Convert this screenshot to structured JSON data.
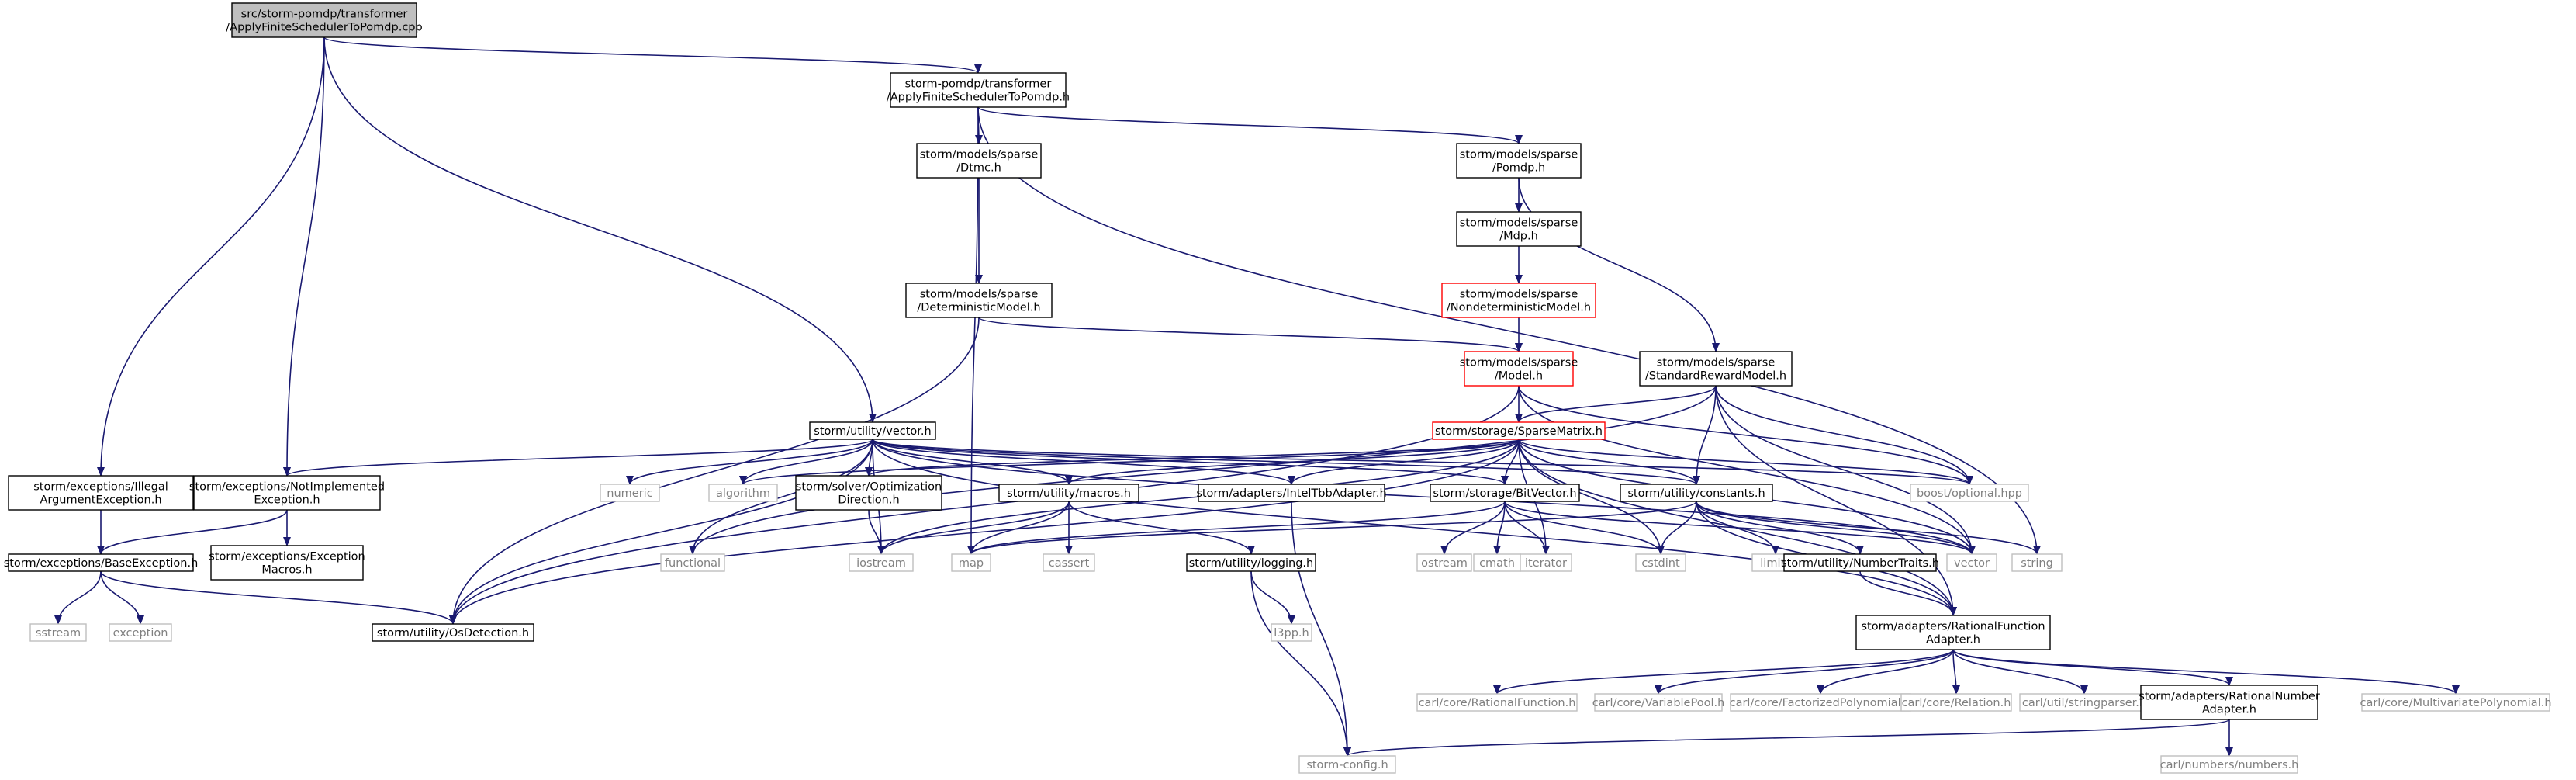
{
  "colors": {
    "edge": "#191970",
    "root_fill": "#bfbfbf",
    "node_stroke": "#000000",
    "external_stroke": "#bfbfbf",
    "truncated_stroke": "#ff0000",
    "background": "#ffffff"
  },
  "nodes": [
    {
      "id": "root",
      "kind": "root",
      "lines": [
        "src/storm-pomdp/transformer",
        "/ApplyFiniteSchedulerToPomdp.cpp"
      ]
    },
    {
      "id": "afs_h",
      "kind": "normal",
      "lines": [
        "storm-pomdp/transformer",
        "/ApplyFiniteSchedulerToPomdp.h"
      ]
    },
    {
      "id": "dtmc",
      "kind": "normal",
      "lines": [
        "storm/models/sparse",
        "/Dtmc.h"
      ]
    },
    {
      "id": "pomdp",
      "kind": "normal",
      "lines": [
        "storm/models/sparse",
        "/Pomdp.h"
      ]
    },
    {
      "id": "mdp",
      "kind": "normal",
      "lines": [
        "storm/models/sparse",
        "/Mdp.h"
      ]
    },
    {
      "id": "det",
      "kind": "normal",
      "lines": [
        "storm/models/sparse",
        "/DeterministicModel.h"
      ]
    },
    {
      "id": "nondet",
      "kind": "truncated",
      "lines": [
        "storm/models/sparse",
        "/NondeterministicModel.h"
      ]
    },
    {
      "id": "model",
      "kind": "truncated",
      "lines": [
        "storm/models/sparse",
        "/Model.h"
      ]
    },
    {
      "id": "srm",
      "kind": "normal",
      "lines": [
        "storm/models/sparse",
        "/StandardRewardModel.h"
      ]
    },
    {
      "id": "sparse",
      "kind": "truncated",
      "lines": [
        "storm/storage/SparseMatrix.h"
      ]
    },
    {
      "id": "vec",
      "kind": "normal",
      "lines": [
        "storm/utility/vector.h"
      ]
    },
    {
      "id": "illegal",
      "kind": "normal",
      "lines": [
        "storm/exceptions/Illegal",
        "ArgumentException.h"
      ]
    },
    {
      "id": "notimpl",
      "kind": "normal",
      "lines": [
        "storm/exceptions/NotImplemented",
        "Exception.h"
      ]
    },
    {
      "id": "numeric",
      "kind": "external",
      "lines": [
        "numeric"
      ]
    },
    {
      "id": "algorithm",
      "kind": "external",
      "lines": [
        "algorithm"
      ]
    },
    {
      "id": "optdir",
      "kind": "normal",
      "lines": [
        "storm/solver/Optimization",
        "Direction.h"
      ]
    },
    {
      "id": "macros",
      "kind": "normal",
      "lines": [
        "storm/utility/macros.h"
      ]
    },
    {
      "id": "inteltbb",
      "kind": "normal",
      "lines": [
        "storm/adapters/IntelTbbAdapter.h"
      ]
    },
    {
      "id": "bitvec",
      "kind": "normal",
      "lines": [
        "storm/storage/BitVector.h"
      ]
    },
    {
      "id": "constants",
      "kind": "normal",
      "lines": [
        "storm/utility/constants.h"
      ]
    },
    {
      "id": "boostopt",
      "kind": "external",
      "lines": [
        "boost/optional.hpp"
      ]
    },
    {
      "id": "baseexc",
      "kind": "normal",
      "lines": [
        "storm/exceptions/BaseException.h"
      ]
    },
    {
      "id": "excmacros",
      "kind": "normal",
      "lines": [
        "storm/exceptions/Exception",
        "Macros.h"
      ]
    },
    {
      "id": "functional",
      "kind": "external",
      "lines": [
        "functional"
      ]
    },
    {
      "id": "iostream",
      "kind": "external",
      "lines": [
        "iostream"
      ]
    },
    {
      "id": "map",
      "kind": "external",
      "lines": [
        "map"
      ]
    },
    {
      "id": "cassert",
      "kind": "external",
      "lines": [
        "cassert"
      ]
    },
    {
      "id": "logging",
      "kind": "normal",
      "lines": [
        "storm/utility/logging.h"
      ]
    },
    {
      "id": "ostream",
      "kind": "external",
      "lines": [
        "ostream"
      ]
    },
    {
      "id": "cmath",
      "kind": "external",
      "lines": [
        "cmath"
      ]
    },
    {
      "id": "iterator",
      "kind": "external",
      "lines": [
        "iterator"
      ]
    },
    {
      "id": "cstdint",
      "kind": "external",
      "lines": [
        "cstdint"
      ]
    },
    {
      "id": "limits",
      "kind": "external",
      "lines": [
        "limits"
      ]
    },
    {
      "id": "numtraits",
      "kind": "normal",
      "lines": [
        "storm/utility/NumberTraits.h"
      ]
    },
    {
      "id": "vector",
      "kind": "external",
      "lines": [
        "vector"
      ]
    },
    {
      "id": "string",
      "kind": "external",
      "lines": [
        "string"
      ]
    },
    {
      "id": "sstream",
      "kind": "external",
      "lines": [
        "sstream"
      ]
    },
    {
      "id": "exception",
      "kind": "external",
      "lines": [
        "exception"
      ]
    },
    {
      "id": "osdet",
      "kind": "normal",
      "lines": [
        "storm/utility/OsDetection.h"
      ]
    },
    {
      "id": "l3pp",
      "kind": "external",
      "lines": [
        "l3pp.h"
      ]
    },
    {
      "id": "ratfunc",
      "kind": "normal",
      "lines": [
        "storm/adapters/RationalFunction",
        "Adapter.h"
      ]
    },
    {
      "id": "carl_rf",
      "kind": "external",
      "lines": [
        "carl/core/RationalFunction.h"
      ]
    },
    {
      "id": "carl_vp",
      "kind": "external",
      "lines": [
        "carl/core/VariablePool.h"
      ]
    },
    {
      "id": "carl_fp",
      "kind": "external",
      "lines": [
        "carl/core/FactorizedPolynomial.h"
      ]
    },
    {
      "id": "carl_rel",
      "kind": "external",
      "lines": [
        "carl/core/Relation.h"
      ]
    },
    {
      "id": "carl_sp",
      "kind": "external",
      "lines": [
        "carl/util/stringparser.h"
      ]
    },
    {
      "id": "ratnum",
      "kind": "normal",
      "lines": [
        "storm/adapters/RationalNumber",
        "Adapter.h"
      ]
    },
    {
      "id": "carl_mp",
      "kind": "external",
      "lines": [
        "carl/core/MultivariatePolynomial.h"
      ]
    },
    {
      "id": "config",
      "kind": "external",
      "lines": [
        "storm-config.h"
      ]
    },
    {
      "id": "carl_num",
      "kind": "external",
      "lines": [
        "carl/numbers/numbers.h"
      ]
    }
  ],
  "edges": [
    [
      "root",
      "afs_h"
    ],
    [
      "root",
      "vec"
    ],
    [
      "root",
      "illegal"
    ],
    [
      "root",
      "notimpl"
    ],
    [
      "afs_h",
      "dtmc"
    ],
    [
      "afs_h",
      "pomdp"
    ],
    [
      "afs_h",
      "map"
    ],
    [
      "afs_h",
      "string"
    ],
    [
      "dtmc",
      "det"
    ],
    [
      "det",
      "model"
    ],
    [
      "det",
      "osdet"
    ],
    [
      "pomdp",
      "mdp"
    ],
    [
      "pomdp",
      "srm"
    ],
    [
      "mdp",
      "nondet"
    ],
    [
      "nondet",
      "model"
    ],
    [
      "model",
      "sparse"
    ],
    [
      "model",
      "osdet"
    ],
    [
      "model",
      "boostopt"
    ],
    [
      "model",
      "vector"
    ],
    [
      "srm",
      "sparse"
    ],
    [
      "srm",
      "constants"
    ],
    [
      "srm",
      "boostopt"
    ],
    [
      "srm",
      "vector"
    ],
    [
      "srm",
      "ratfunc"
    ],
    [
      "srm",
      "functional"
    ],
    [
      "sparse",
      "algorithm"
    ],
    [
      "sparse",
      "optdir"
    ],
    [
      "sparse",
      "macros"
    ],
    [
      "sparse",
      "inteltbb"
    ],
    [
      "sparse",
      "bitvec"
    ],
    [
      "sparse",
      "constants"
    ],
    [
      "sparse",
      "boostopt"
    ],
    [
      "sparse",
      "iostream"
    ],
    [
      "sparse",
      "iterator"
    ],
    [
      "sparse",
      "cstdint"
    ],
    [
      "sparse",
      "vector"
    ],
    [
      "sparse",
      "osdet"
    ],
    [
      "sparse",
      "ratfunc"
    ],
    [
      "vec",
      "numeric"
    ],
    [
      "vec",
      "algorithm"
    ],
    [
      "vec",
      "optdir"
    ],
    [
      "vec",
      "macros"
    ],
    [
      "vec",
      "inteltbb"
    ],
    [
      "vec",
      "bitvec"
    ],
    [
      "vec",
      "constants"
    ],
    [
      "vec",
      "boostopt"
    ],
    [
      "vec",
      "functional"
    ],
    [
      "vec",
      "iostream"
    ],
    [
      "vec",
      "vector"
    ],
    [
      "vec",
      "notimpl"
    ],
    [
      "vec",
      "osdet"
    ],
    [
      "vec",
      "ratfunc"
    ],
    [
      "illegal",
      "baseexc"
    ],
    [
      "notimpl",
      "baseexc"
    ],
    [
      "notimpl",
      "excmacros"
    ],
    [
      "optdir",
      "iostream"
    ],
    [
      "macros",
      "iostream"
    ],
    [
      "macros",
      "cassert"
    ],
    [
      "macros",
      "logging"
    ],
    [
      "macros",
      "map"
    ],
    [
      "inteltbb",
      "config"
    ],
    [
      "bitvec",
      "ostream"
    ],
    [
      "bitvec",
      "cmath"
    ],
    [
      "bitvec",
      "iterator"
    ],
    [
      "bitvec",
      "cstdint"
    ],
    [
      "bitvec",
      "vector"
    ],
    [
      "bitvec",
      "map"
    ],
    [
      "constants",
      "limits"
    ],
    [
      "constants",
      "cstdint"
    ],
    [
      "constants",
      "numtraits"
    ],
    [
      "constants",
      "vector"
    ],
    [
      "constants",
      "string"
    ],
    [
      "constants",
      "map"
    ],
    [
      "constants",
      "ratfunc"
    ],
    [
      "baseexc",
      "sstream"
    ],
    [
      "baseexc",
      "exception"
    ],
    [
      "baseexc",
      "osdet"
    ],
    [
      "logging",
      "l3pp"
    ],
    [
      "logging",
      "config"
    ],
    [
      "numtraits",
      "ratfunc"
    ],
    [
      "ratfunc",
      "carl_rf"
    ],
    [
      "ratfunc",
      "carl_vp"
    ],
    [
      "ratfunc",
      "carl_fp"
    ],
    [
      "ratfunc",
      "carl_rel"
    ],
    [
      "ratfunc",
      "carl_sp"
    ],
    [
      "ratfunc",
      "ratnum"
    ],
    [
      "ratfunc",
      "carl_mp"
    ],
    [
      "ratnum",
      "config"
    ],
    [
      "ratnum",
      "carl_num"
    ]
  ]
}
